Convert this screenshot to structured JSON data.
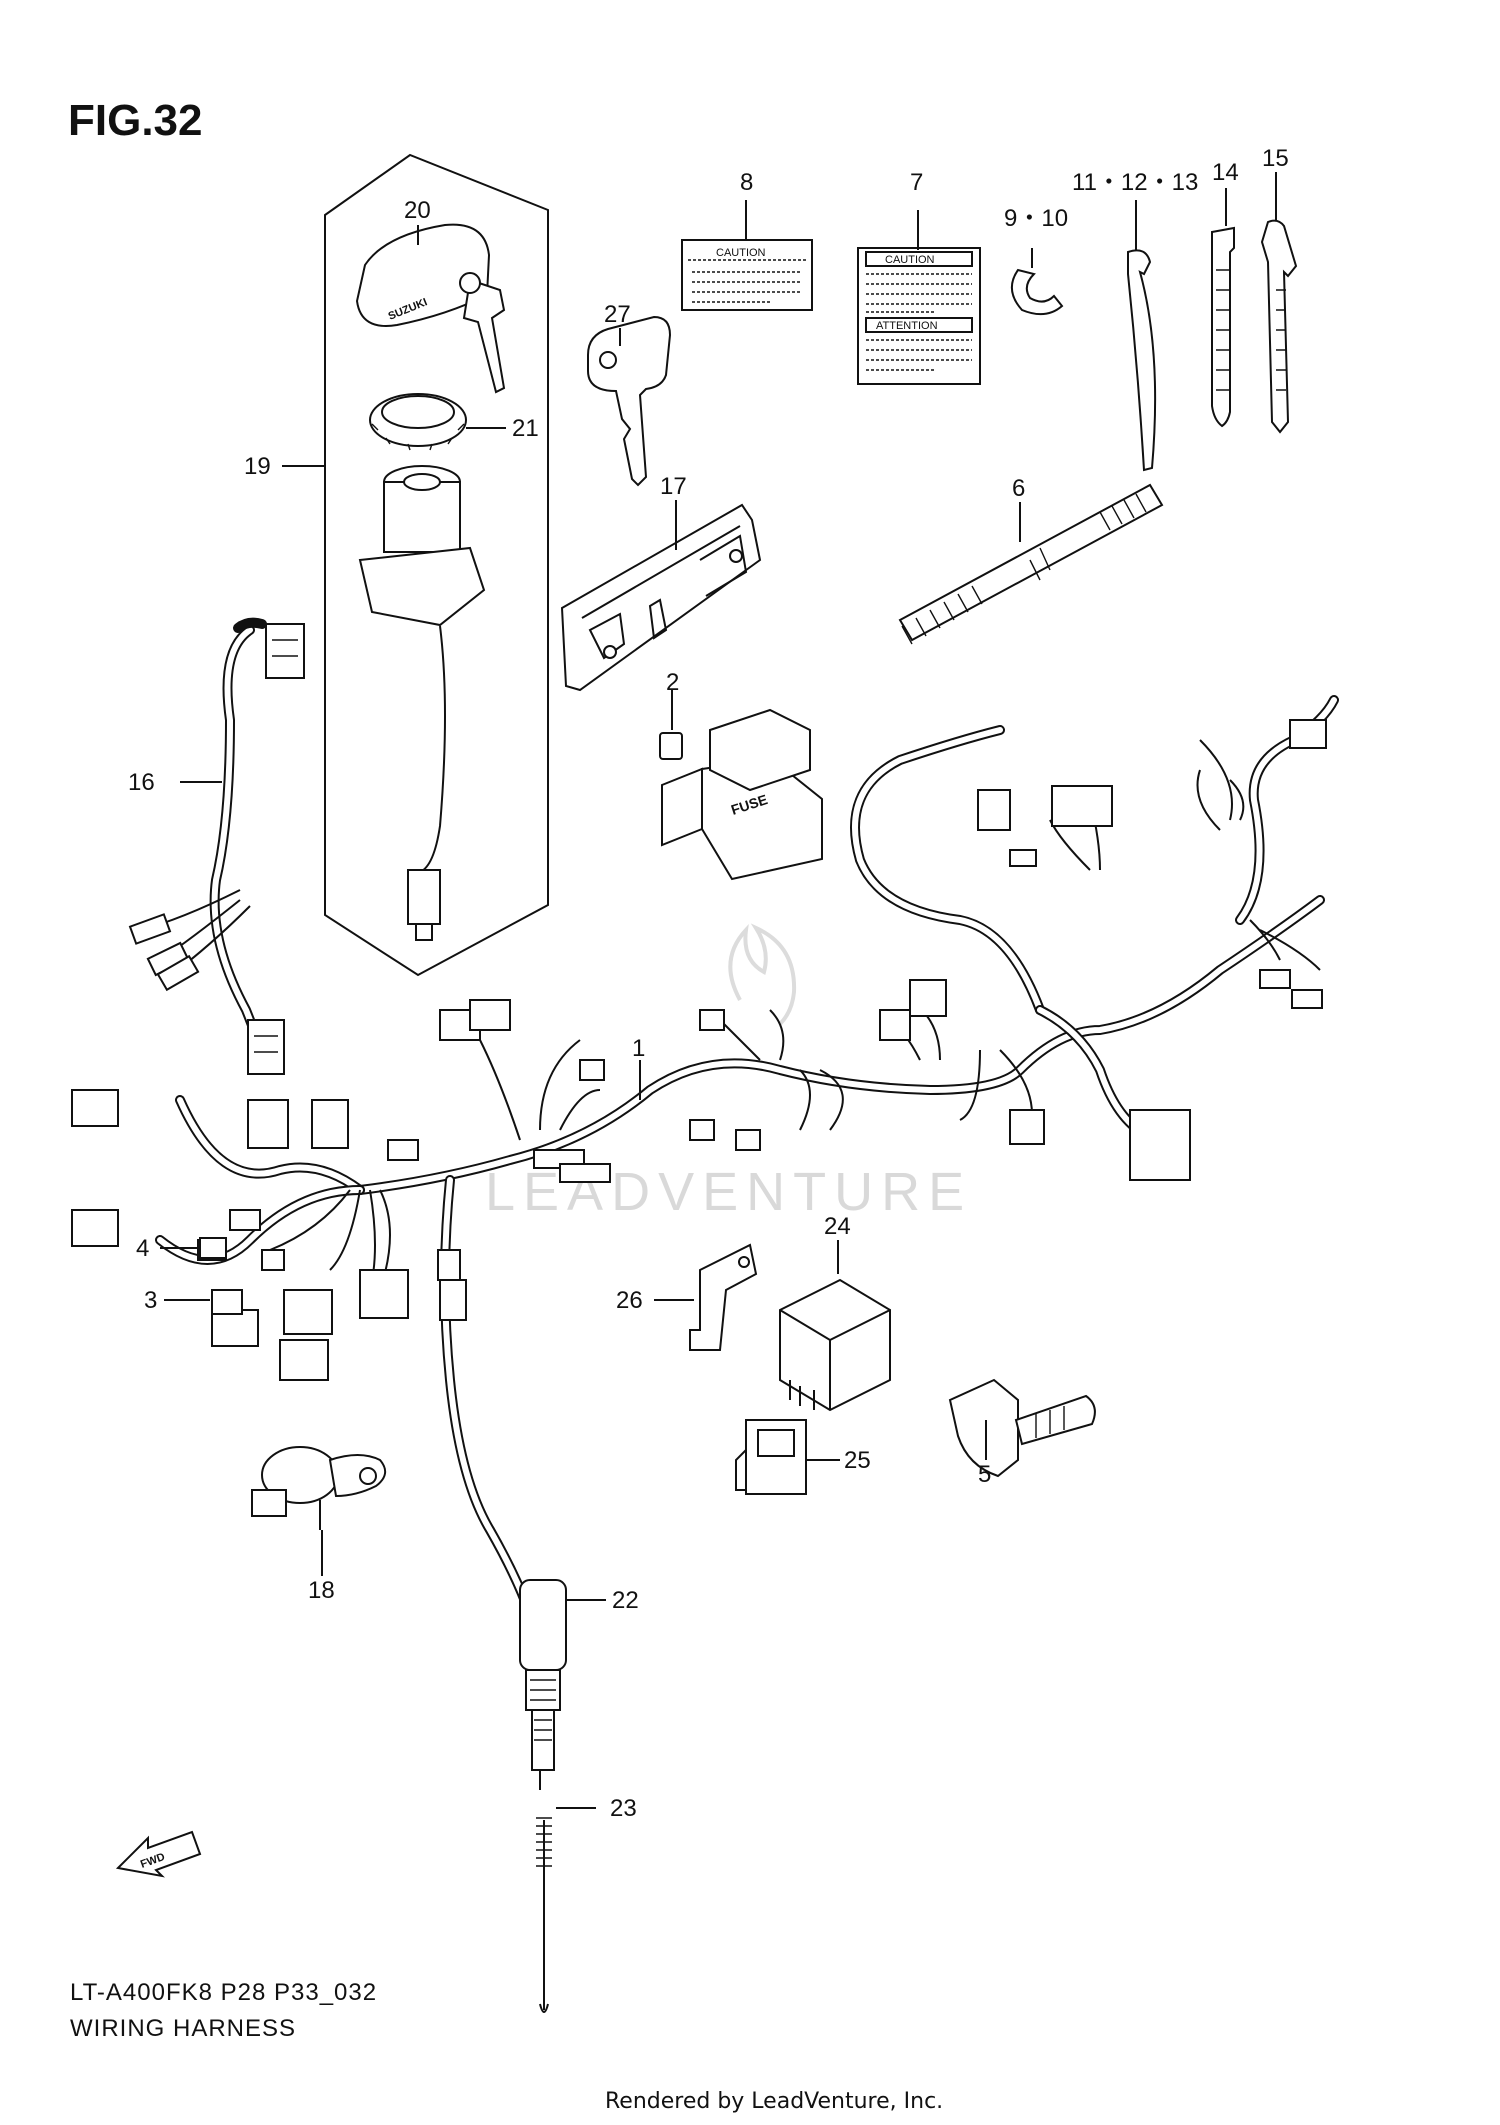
{
  "figure_title": "FIG.32",
  "model_code": "LT-A400FK8 P28 P33_032",
  "diagram_title": "WIRING HARNESS",
  "credit": "Rendered by LeadVenture, Inc.",
  "watermark": "LEADVENTURE",
  "fwd_label": "FWD",
  "key_brand": "SUZUKI",
  "fuse_label": "FUSE",
  "label_caution": "CAUTION",
  "label_attention": "ATTENTION",
  "callouts": {
    "c1": "1",
    "c2": "2",
    "c3": "3",
    "c4": "4",
    "c5": "5",
    "c6": "6",
    "c7": "7",
    "c8": "8",
    "c9_10": "9・10",
    "c11_13": "11・12・13",
    "c14": "14",
    "c15": "15",
    "c16": "16",
    "c17": "17",
    "c18": "18",
    "c19": "19",
    "c20": "20",
    "c21": "21",
    "c22": "22",
    "c23": "23",
    "c24": "24",
    "c25": "25",
    "c26": "26",
    "c27": "27"
  }
}
